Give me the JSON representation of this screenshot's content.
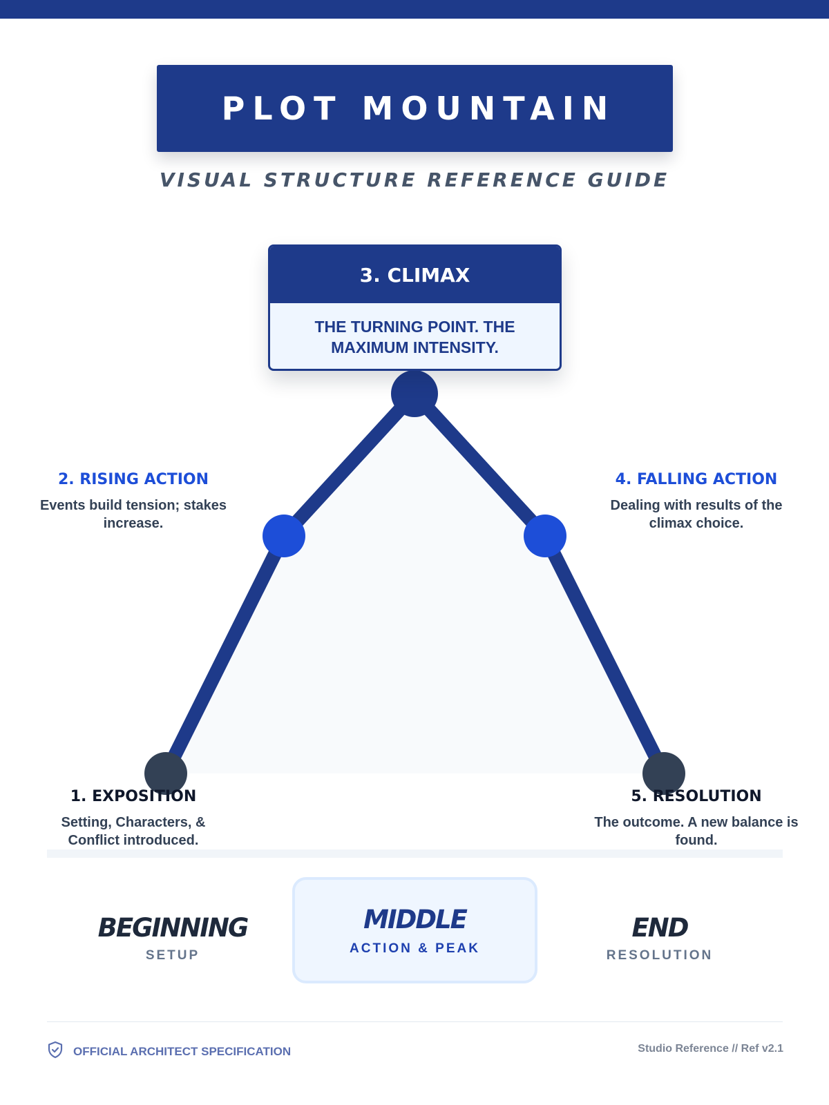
{
  "header": {
    "title": "PLOT MOUNTAIN",
    "subtitle": "VISUAL STRUCTURE REFERENCE GUIDE"
  },
  "colors": {
    "primary": "#1e3a8a",
    "accent": "#1d4ed8",
    "node_dark": "#334155",
    "card_bg": "#eff6ff",
    "mountain_fill": "#f8fafc"
  },
  "stages": [
    {
      "id": "exposition",
      "title": "1. EXPOSITION",
      "description": "Setting, Characters, & Conflict introduced.",
      "node_color": "#334155",
      "tension": 0
    },
    {
      "id": "rising",
      "title": "2. RISING ACTION",
      "description": "Events build tension; stakes increase.",
      "node_color": "#1d4ed8",
      "tension": 0.6
    },
    {
      "id": "climax",
      "title": "3. CLIMAX",
      "description": "THE TURNING POINT. THE MAXIMUM INTENSITY.",
      "node_color": "#1e3a8a",
      "tension": 1
    },
    {
      "id": "falling",
      "title": "4. FALLING ACTION",
      "description": "Dealing with results of the climax choice.",
      "node_color": "#1d4ed8",
      "tension": 0.6
    },
    {
      "id": "resolution",
      "title": "5. RESOLUTION",
      "description": "The outcome. A new balance is found.",
      "node_color": "#334155",
      "tension": 0
    }
  ],
  "phases": [
    {
      "title": "BEGINNING",
      "subtitle": "SETUP"
    },
    {
      "title": "MIDDLE",
      "subtitle": "ACTION & PEAK",
      "highlighted": true
    },
    {
      "title": "END",
      "subtitle": "RESOLUTION"
    }
  ],
  "footer": {
    "icon": "shield-check-icon",
    "left_text": "OFFICIAL ARCHITECT SPECIFICATION",
    "right_text": "Studio Reference // Ref v2.1"
  }
}
